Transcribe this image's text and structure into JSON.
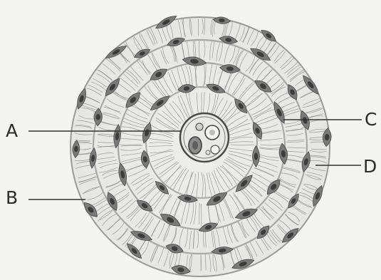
{
  "diagram": {
    "labels": {
      "a": "A",
      "b": "B",
      "c": "C",
      "d": "D"
    },
    "colors": {
      "paper": "#f4f4f2",
      "fiber": "#7d7d7d",
      "ring": "#9a9a9a",
      "cell_fill": "#6f6f6f",
      "cell_nucleus": "#3a3a3a",
      "pointer": "#333333"
    }
  }
}
